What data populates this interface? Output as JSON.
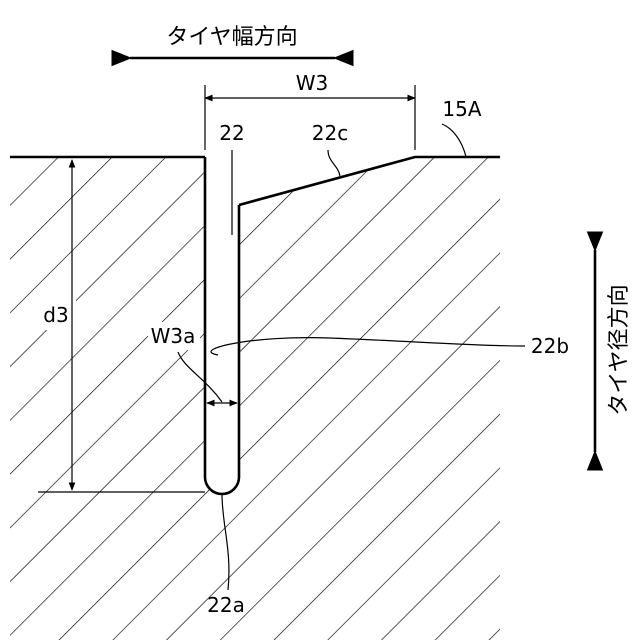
{
  "directions": {
    "width": "タイヤ幅方向",
    "radial": "タイヤ径方向"
  },
  "labels": {
    "groove": "22",
    "wall_22b": "22b",
    "bevel_22c": "22c",
    "bottom_22a": "22a",
    "surface": "15A",
    "w3": "W3",
    "w3a": "W3a",
    "d3": "d3"
  },
  "colors": {
    "ink": "#000000",
    "background": "#ffffff"
  }
}
